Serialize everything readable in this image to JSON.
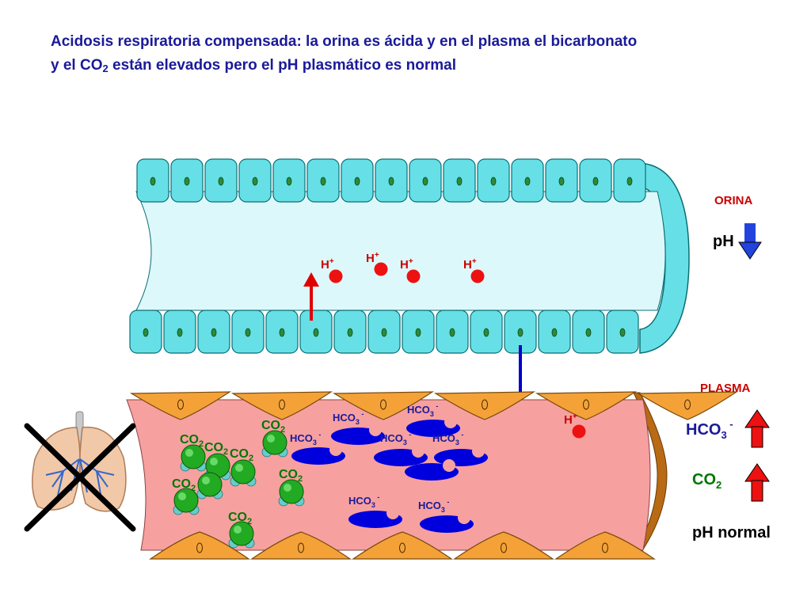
{
  "title": {
    "line1": "Acidosis respiratoria compensada: la orina es ácida y en el plasma el bicarbonato",
    "line2_a": "y el CO",
    "line2_sub": "2",
    "line2_b": " están elevados pero el pH plasmático es normal"
  },
  "urine": {
    "label": "ORINA",
    "ph_label": "pH",
    "ph_direction": "down",
    "ion_label": "H",
    "ion_charge": "+"
  },
  "plasma": {
    "label": "PLASMA",
    "bicarbonate_label": "HCO",
    "bicarbonate_sub": "3",
    "bicarbonate_charge": " -",
    "bicarbonate_direction": "up",
    "co2_label": "CO",
    "co2_sub": "2",
    "co2_direction": "up",
    "ph_normal_label": "pH normal",
    "ion_label": "H",
    "ion_charge": "+"
  },
  "colors": {
    "title": "#1a1a99",
    "red_label": "#cc0000",
    "green_label": "#007700",
    "tubule_fill": "#ddf8fb",
    "tubule_cell": "#66e0e6",
    "vessel_fill": "#f7a0a0",
    "endothelial_cell": "#f4a238",
    "bicarbonate_shape": "#0000dd",
    "co2_molecule": "#22aa22",
    "arrow_red": "#e00000",
    "arrow_blue": "#0000cc"
  },
  "icons": {
    "lungs": "lungs-icon",
    "cross": "cross-out-icon"
  }
}
